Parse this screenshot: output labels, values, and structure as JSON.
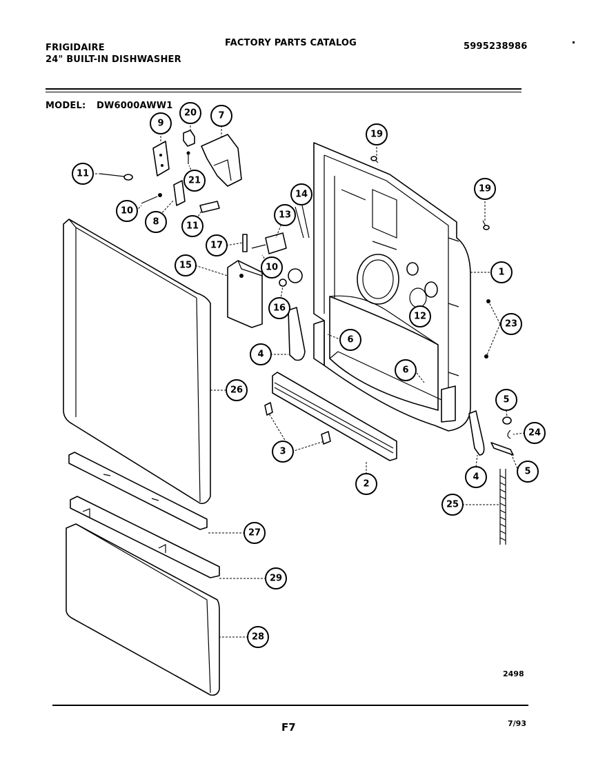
{
  "header": {
    "brand": "FRIGIDAIRE",
    "product": "24\" BUILT-IN DISHWASHER",
    "catalog_title": "FACTORY PARTS CATALOG",
    "part_number": "5995238986",
    "model_label": "MODEL:",
    "model_value": "DW6000AWW1"
  },
  "footer": {
    "diagram_code": "2498",
    "page_code": "F7",
    "date": "7/93"
  },
  "callouts": [
    "1",
    "2",
    "3",
    "4",
    "4",
    "5",
    "5",
    "6",
    "6",
    "7",
    "8",
    "9",
    "10",
    "10",
    "11",
    "11",
    "12",
    "13",
    "14",
    "15",
    "16",
    "17",
    "19",
    "19",
    "20",
    "21",
    "23",
    "24",
    "25",
    "26",
    "27",
    "28",
    "29"
  ]
}
